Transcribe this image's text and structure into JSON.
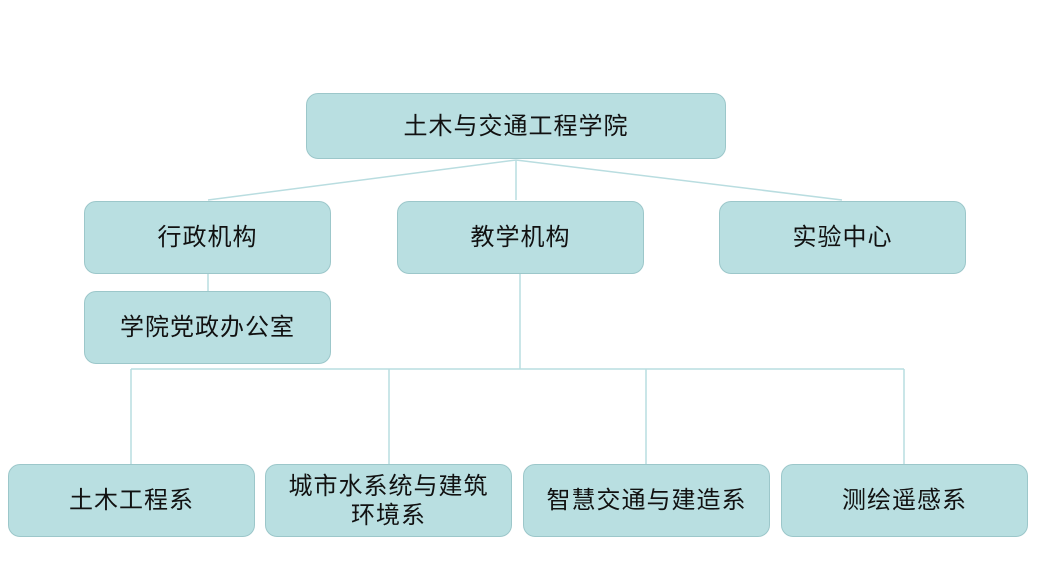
{
  "root": {
    "label": "土木与交通工程学院"
  },
  "branches": {
    "admin": {
      "label": "行政机构"
    },
    "teaching": {
      "label": "教学机构"
    },
    "lab": {
      "label": "实验中心"
    }
  },
  "admin_children": [
    {
      "label": "学院党政办公室"
    }
  ],
  "departments": [
    {
      "label": "土木工程系"
    },
    {
      "label": "城市水系统与建筑环境系"
    },
    {
      "label": "智慧交通与建造系"
    },
    {
      "label": "测绘遥感系"
    }
  ],
  "colors": {
    "node_fill": "#b9dfe1",
    "node_border": "#9cc7ca",
    "connector": "#b9dde0"
  }
}
